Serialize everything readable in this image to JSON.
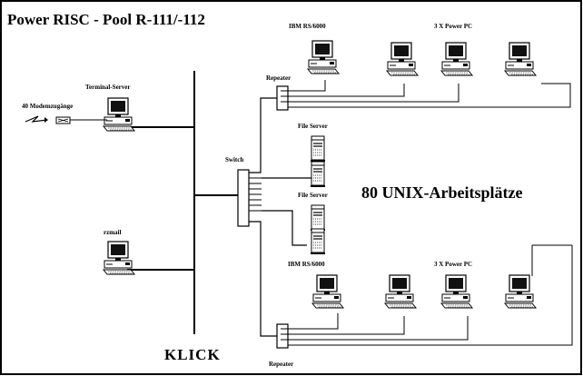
{
  "title": "Power RISC - Pool R-111/-112",
  "labels": {
    "ibm_top": "IBM RS/6000",
    "ppc_top": "3 X Power PC",
    "ibm_bottom": "IBM RS/6000",
    "ppc_bottom": "3 X Power PC",
    "repeater_top": "Repeater",
    "repeater_bottom": "Repeater",
    "terminal_server": "Terminal-Server",
    "modem": "40 Modemzugänge",
    "switch": "Switch",
    "file_server_1": "File Server",
    "file_server_2": "File Server",
    "unix": "80 UNIX-Arbeitsplätze",
    "rzmail": "rzmail",
    "klick": "KLICK"
  },
  "icons": [
    "workstation-icon",
    "server-tower-icon",
    "modem-icon",
    "lightning-icon"
  ]
}
